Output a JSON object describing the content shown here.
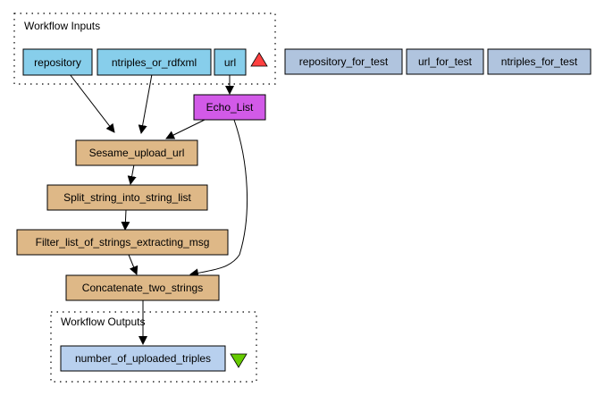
{
  "colors": {
    "input": "#87ceeb",
    "test_input": "#b0c4de",
    "processor": "#deb887",
    "echo": "#d25ae8",
    "output": "#b8d0ee",
    "input_marker": "#ff4040",
    "output_marker": "#66cc00",
    "edge": "#000000"
  },
  "clusters": {
    "inputs": {
      "label": "Workflow Inputs"
    },
    "outputs": {
      "label": "Workflow Outputs"
    }
  },
  "nodes": {
    "repository": {
      "label": "repository",
      "kind": "input"
    },
    "ntriples_or_rdfxml": {
      "label": "ntriples_or_rdfxml",
      "kind": "input"
    },
    "url": {
      "label": "url",
      "kind": "input"
    },
    "repository_for_test": {
      "label": "repository_for_test",
      "kind": "test_input"
    },
    "url_for_test": {
      "label": "url_for_test",
      "kind": "test_input"
    },
    "ntriples_for_test": {
      "label": "ntriples_for_test",
      "kind": "test_input"
    },
    "echo_list": {
      "label": "Echo_List",
      "kind": "echo"
    },
    "sesame_upload_url": {
      "label": "Sesame_upload_url",
      "kind": "processor"
    },
    "split_string": {
      "label": "Split_string_into_string_list",
      "kind": "processor"
    },
    "filter_list": {
      "label": "Filter_list_of_strings_extracting_msg",
      "kind": "processor"
    },
    "concatenate": {
      "label": "Concatenate_two_strings",
      "kind": "processor"
    },
    "number_of_uploaded_triples": {
      "label": "number_of_uploaded_triples",
      "kind": "output"
    }
  },
  "edges": [
    {
      "from": "repository",
      "to": "sesame_upload_url"
    },
    {
      "from": "ntriples_or_rdfxml",
      "to": "sesame_upload_url"
    },
    {
      "from": "url",
      "to": "echo_list"
    },
    {
      "from": "echo_list",
      "to": "sesame_upload_url"
    },
    {
      "from": "sesame_upload_url",
      "to": "split_string"
    },
    {
      "from": "split_string",
      "to": "filter_list"
    },
    {
      "from": "filter_list",
      "to": "concatenate"
    },
    {
      "from": "echo_list",
      "to": "concatenate"
    },
    {
      "from": "concatenate",
      "to": "number_of_uploaded_triples"
    }
  ]
}
